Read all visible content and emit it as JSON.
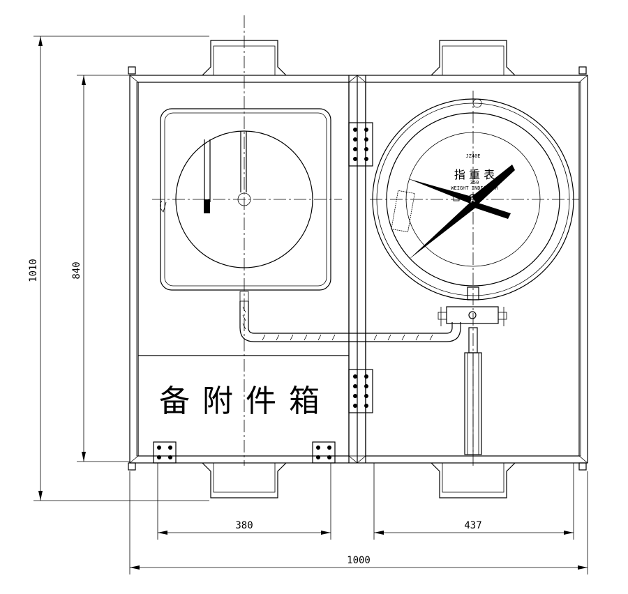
{
  "dimensions": {
    "overall_height": "1010",
    "panel_height": "840",
    "left_width": "380",
    "right_width": "437",
    "overall_width": "1000"
  },
  "box_label": "备附件箱",
  "gauge": {
    "title": "指 重 表",
    "model": "JZ40E",
    "subtitle": "WEIGHT INDICATOR",
    "scale_number": "350"
  }
}
